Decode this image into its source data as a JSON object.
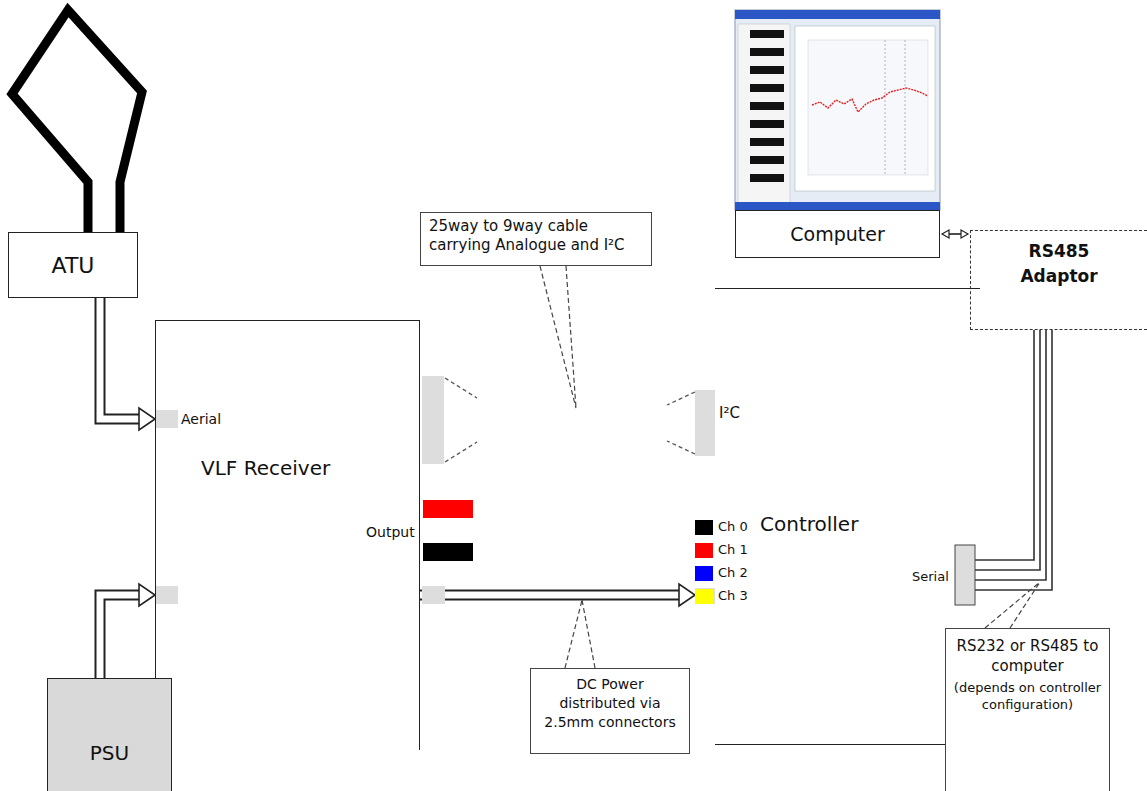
{
  "diagram": {
    "nodes": [
      {
        "text": [
          "ATU"
        ]
      },
      {
        "text": [
          "Computer"
        ]
      },
      {
        "text": [
          "RS485 Adaptor"
        ]
      },
      {
        "text": [
          "25way to 9way cable carrying Analogue and I²C"
        ]
      },
      {
        "text": [
          "VLF Receiver"
        ]
      },
      {
        "text": [
          "Controller"
        ]
      },
      {
        "text": [
          "PSU"
        ]
      },
      {
        "text": [
          "DC Power distributed via 2.5mm connectors"
        ]
      },
      {
        "text": [
          "RS232 or RS485 to computer",
          "(depends on controller configuration)"
        ]
      }
    ],
    "edges": [
      {
        "from": 0,
        "to": 4,
        "arrow": "to"
      },
      {
        "from": 6,
        "to": 4,
        "arrow": "to"
      },
      {
        "from": 4,
        "to": 5,
        "arrow": "to"
      },
      {
        "from": 1,
        "to": 2,
        "arrow": "both"
      },
      {
        "from": 2,
        "to": 5,
        "arrow": "none"
      }
    ],
    "labels": [
      "Aerial",
      "Output",
      "I²C",
      "Serial"
    ],
    "legend": [
      {
        "text": "Ch 0",
        "color": "#000000"
      },
      {
        "text": "Ch 1",
        "color": "#ff0000"
      },
      {
        "text": "Ch 2",
        "color": "#0000ff"
      },
      {
        "text": "Ch 3",
        "color": "#ffff00"
      }
    ]
  }
}
